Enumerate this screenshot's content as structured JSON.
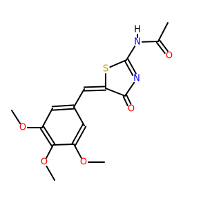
{
  "molecule": {
    "colors": {
      "bond": "#000000",
      "carbon": "#000000",
      "oxygen": "#ff0000",
      "nitrogen": "#0000ff",
      "sulfur": "#b8a100",
      "hydrogen": "#000000"
    },
    "atoms": [
      {
        "id": "C_me_acyl",
        "el": "C"
      },
      {
        "id": "C_acyl",
        "el": "C"
      },
      {
        "id": "O_acyl",
        "el": "O",
        "label": "O"
      },
      {
        "id": "N_amide",
        "el": "N",
        "label": "N"
      },
      {
        "id": "H_amide",
        "el": "H",
        "label": "H"
      },
      {
        "id": "C2",
        "el": "C"
      },
      {
        "id": "S1",
        "el": "S",
        "label": "S"
      },
      {
        "id": "N3",
        "el": "N",
        "label": "N"
      },
      {
        "id": "C4",
        "el": "C"
      },
      {
        "id": "O4",
        "el": "O",
        "label": "O"
      },
      {
        "id": "C5",
        "el": "C"
      },
      {
        "id": "C_vinyl",
        "el": "C"
      },
      {
        "id": "Ar1",
        "el": "C"
      },
      {
        "id": "Ar2",
        "el": "C"
      },
      {
        "id": "Ar3",
        "el": "C"
      },
      {
        "id": "Ar4",
        "el": "C"
      },
      {
        "id": "Ar5",
        "el": "C"
      },
      {
        "id": "Ar6",
        "el": "C"
      },
      {
        "id": "O_m1",
        "el": "O",
        "label": "O"
      },
      {
        "id": "C_m1",
        "el": "C"
      },
      {
        "id": "O_p",
        "el": "O",
        "label": "O"
      },
      {
        "id": "C_p",
        "el": "C"
      },
      {
        "id": "O_m2",
        "el": "O",
        "label": "O"
      },
      {
        "id": "C_m2",
        "el": "C"
      }
    ],
    "bonds": [
      {
        "a": "C_me_acyl",
        "b": "C_acyl",
        "order": 1
      },
      {
        "a": "C_acyl",
        "b": "O_acyl",
        "order": 2
      },
      {
        "a": "C_acyl",
        "b": "N_amide",
        "order": 1
      },
      {
        "a": "N_amide",
        "b": "H_amide",
        "order": 1
      },
      {
        "a": "N_amide",
        "b": "C2",
        "order": 1
      },
      {
        "a": "C2",
        "b": "S1",
        "order": 1
      },
      {
        "a": "C2",
        "b": "N3",
        "order": 2
      },
      {
        "a": "N3",
        "b": "C4",
        "order": 1
      },
      {
        "a": "C4",
        "b": "O4",
        "order": 2
      },
      {
        "a": "C4",
        "b": "C5",
        "order": 1
      },
      {
        "a": "C5",
        "b": "S1",
        "order": 1
      },
      {
        "a": "C5",
        "b": "C_vinyl",
        "order": 2
      },
      {
        "a": "C_vinyl",
        "b": "Ar1",
        "order": 1
      },
      {
        "a": "Ar1",
        "b": "Ar2",
        "order": 2
      },
      {
        "a": "Ar2",
        "b": "Ar3",
        "order": 1
      },
      {
        "a": "Ar3",
        "b": "Ar4",
        "order": 2
      },
      {
        "a": "Ar4",
        "b": "Ar5",
        "order": 1
      },
      {
        "a": "Ar5",
        "b": "Ar6",
        "order": 2
      },
      {
        "a": "Ar6",
        "b": "Ar1",
        "order": 1
      },
      {
        "a": "Ar3",
        "b": "O_m1",
        "order": 1
      },
      {
        "a": "O_m1",
        "b": "C_m1",
        "order": 1
      },
      {
        "a": "Ar4",
        "b": "O_p",
        "order": 1
      },
      {
        "a": "O_p",
        "b": "C_p",
        "order": 1
      },
      {
        "a": "Ar5",
        "b": "O_m2",
        "order": 1
      },
      {
        "a": "O_m2",
        "b": "C_m2",
        "order": 1
      }
    ]
  }
}
